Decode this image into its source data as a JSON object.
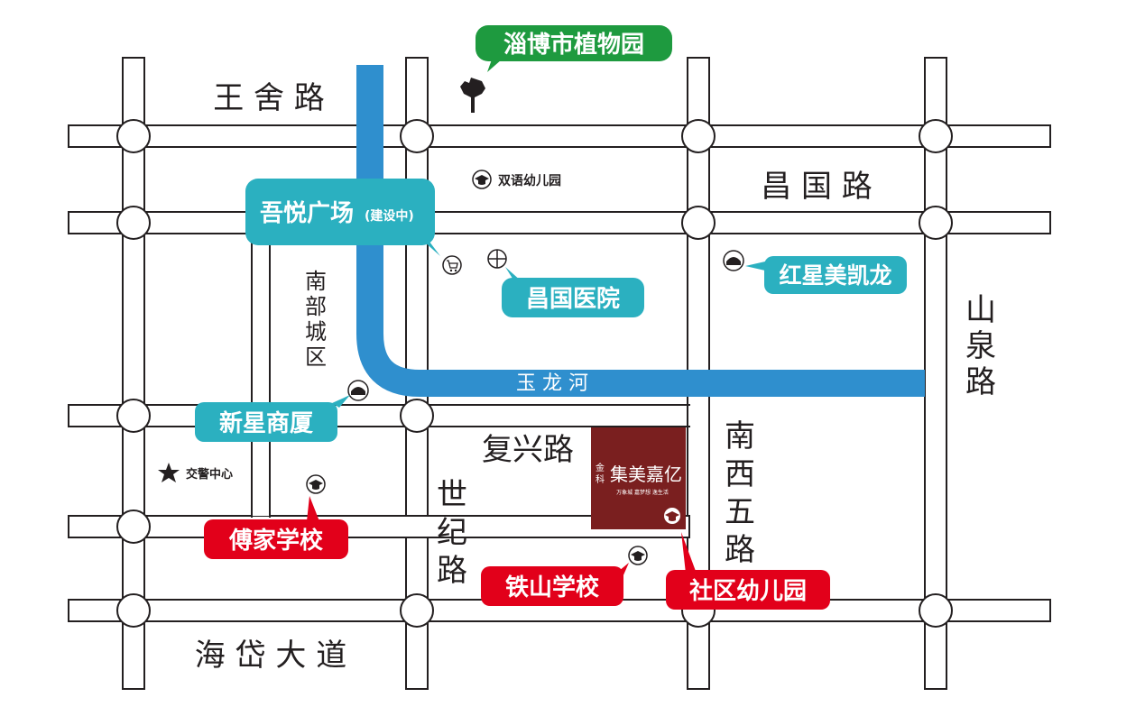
{
  "colors": {
    "road_outline": "#231f20",
    "river": "#2f8fce",
    "teal_label": "#2bb0c0",
    "green_label": "#1e9a3f",
    "red_label": "#e2001a",
    "project_block": "#7a1f1f"
  },
  "roads": {
    "wangshe": "王 舍 路",
    "changguo": "昌 国 路",
    "shanquan": [
      "山",
      "泉",
      "路"
    ],
    "nanbuchengqu": [
      "南",
      "部",
      "城",
      "区"
    ],
    "fuxing": "复兴路",
    "shiji": [
      "世",
      "纪",
      "路"
    ],
    "nanxiwu": [
      "南",
      "西",
      "五",
      "路"
    ],
    "haidai": "海 岱 大 道"
  },
  "river": {
    "name": "玉 龙 河"
  },
  "pois": {
    "botanical_garden": {
      "label": "淄博市植物园",
      "icon": "tree-icon"
    },
    "wuyue_plaza": {
      "label": "吾悦广场",
      "note": "(建设中)",
      "icon": "shopping-cart-icon"
    },
    "changguo_hospital": {
      "label": "昌国医院",
      "icon": "hospital-cross-icon"
    },
    "bilingual_kindergarten": {
      "label": "双语幼儿园",
      "icon": "school-cap-icon"
    },
    "redstar_macalline": {
      "label": "红星美凯龙",
      "icon": "mall-icon"
    },
    "xinxing_building": {
      "label": "新星商厦",
      "icon": "mall-icon"
    },
    "traffic_police": {
      "label": "交警中心",
      "icon": "star-icon"
    },
    "fujia_school": {
      "label": "傅家学校",
      "icon": "school-cap-icon"
    },
    "tieshan_school": {
      "label": "铁山学校",
      "icon": "school-cap-icon"
    },
    "community_kindergarten": {
      "label": "社区幼儿园",
      "icon": "school-cap-icon"
    }
  },
  "project": {
    "prefix_top": "金",
    "prefix_bottom": "科",
    "name": "集美嘉亿",
    "slogan": "万象城 嘉梦想 逸生活"
  }
}
